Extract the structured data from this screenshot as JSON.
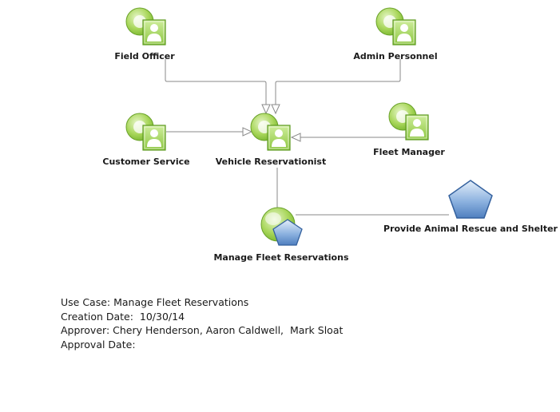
{
  "actors": {
    "field_officer": "Field Officer",
    "admin_personnel": "Admin Personnel",
    "customer_service": "Customer Service",
    "vehicle_reservationist": "Vehicle Reservationist",
    "fleet_manager": "Fleet Manager"
  },
  "use_cases": {
    "manage_fleet_reservations": "Manage Fleet Reservations",
    "provide_animal_rescue": "Provide Animal Rescue and Shelter"
  },
  "info": {
    "use_case": "Use Case: Manage Fleet Reservations",
    "creation_date": "Creation Date:  10/30/14",
    "approver": "Approver: Chery Henderson, Aaron Caldwell,  Mark Sloat",
    "approval_date": "Approval Date:"
  },
  "colors": {
    "actor_green": "#8cc63f",
    "use_case_blue": "#5b8dc9",
    "connector": "#8a8a8a"
  },
  "icons": {
    "actor": "user-icon",
    "use_case": "pentagon-icon"
  }
}
